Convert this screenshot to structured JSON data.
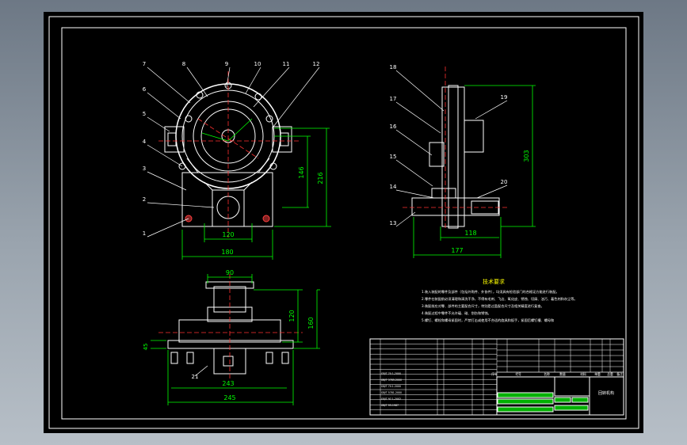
{
  "colors": {
    "frame": "#ffffff",
    "part": "#ffffff",
    "dimension": "#00ff00",
    "centerline": "#ff3030",
    "note_text": "#ffffff",
    "heading": "#ffff00",
    "title_fill": "#00b000",
    "background": "#000000"
  },
  "front_view": {
    "balloons": [
      "7",
      "8",
      "9",
      "10",
      "11",
      "12",
      "6",
      "5",
      "4",
      "3",
      "2",
      "1"
    ],
    "dims": {
      "width_inner": "120",
      "width_outer": "180",
      "height_inner": "146",
      "height_outer": "216"
    }
  },
  "side_view": {
    "balloons": [
      "18",
      "17",
      "16",
      "15",
      "14",
      "13",
      "19",
      "20"
    ],
    "dims": {
      "height": "303",
      "width_inner": "118",
      "width_outer": "177"
    }
  },
  "top_view": {
    "balloons": [
      "21"
    ],
    "dims": {
      "top_width": "90",
      "height_inner": "120",
      "height_outer": "160",
      "flange": "45",
      "width_inner": "243",
      "width_outer": "245"
    }
  },
  "notes": {
    "heading": "技术要求",
    "lines": [
      "1.装入装配的零件及部件（包括外购件、外协件），均须具有检验部门的合格证方能进行装配。",
      "2.零件在装配前必须清理和清洗干净，不得有毛刺、飞边、氧化皮、锈蚀、切屑、油污、着色剂和灰尘等。",
      "3.装配前应对零、部件的主要配合尺寸，特别是过盈配合尺寸及相关精度进行复查。",
      "4.装配过程中零件不允许磕、碰、划伤和锈蚀。",
      "5.螺钉、螺栓和螺母紧固时，严禁打击或使用不合适的旋具和扳手，紧固后螺钉槽、螺母和"
    ]
  },
  "title_block": {
    "col_labels": [
      "序号",
      "代号",
      "名称",
      "数量",
      "材料",
      "单重",
      "总重",
      "备注"
    ],
    "drawing_name": "回转机构",
    "parts": [
      "GB/T 70.1-2000",
      "GB/T 5783-2000",
      "GB/T 70.1-2000",
      "GB/T 5781-2000",
      "GB/T 97.1-2002",
      "GB/T 93-1987"
    ]
  }
}
